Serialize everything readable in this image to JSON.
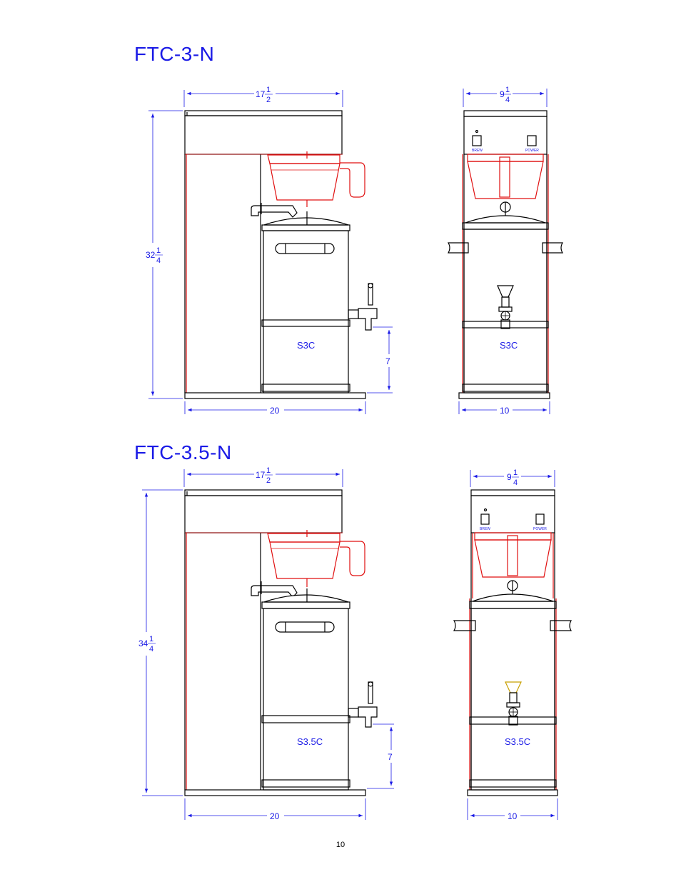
{
  "models": [
    {
      "title": "FTC-3-N",
      "side": {
        "width_whole": "17",
        "width_num": "1",
        "width_den": "2",
        "height_whole": "32",
        "height_num": "1",
        "height_den": "4",
        "base_width": "20",
        "spout_height": "7",
        "label": "S3C"
      },
      "front": {
        "width_whole": "9",
        "width_num": "1",
        "width_den": "4",
        "base_width": "10",
        "label": "S3C",
        "switch_left": "BREW",
        "switch_right": "POWER"
      }
    },
    {
      "title": "FTC-3.5-N",
      "side": {
        "width_whole": "17",
        "width_num": "1",
        "width_den": "2",
        "height_whole": "34",
        "height_num": "1",
        "height_den": "4",
        "base_width": "20",
        "spout_height": "7",
        "label": "S3.5C"
      },
      "front": {
        "width_whole": "9",
        "width_num": "1",
        "width_den": "4",
        "base_width": "10",
        "label": "S3.5C",
        "switch_left": "BREW",
        "switch_right": "POWER"
      }
    }
  ],
  "page_number": "10",
  "colors": {
    "dimension": "#1a1ae6",
    "outline": "#000000",
    "brew_basket": "#e01010"
  }
}
